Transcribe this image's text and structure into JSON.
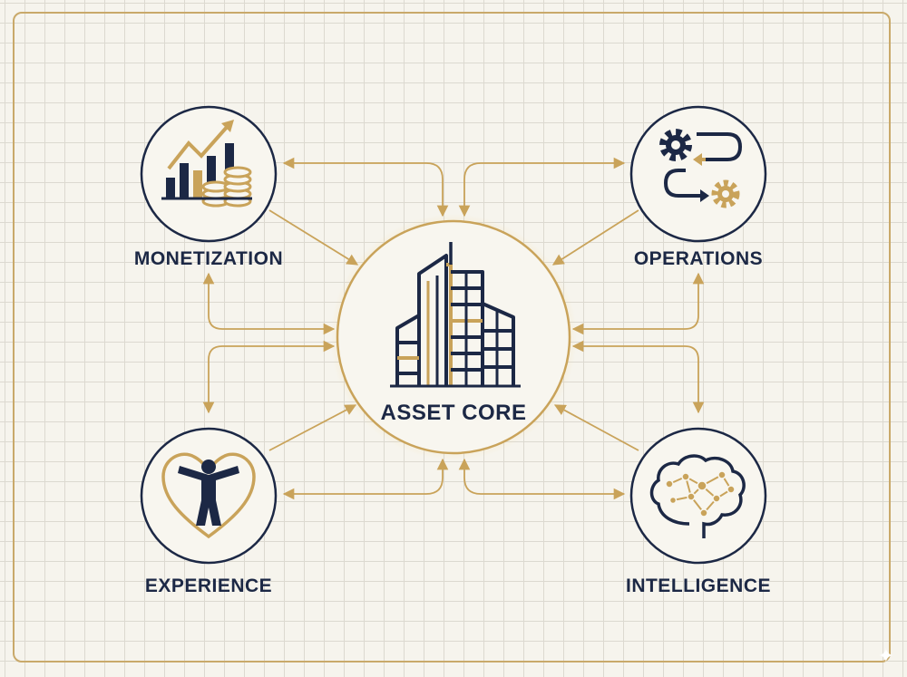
{
  "center": {
    "label": "ASSET CORE",
    "icon": "office-building-icon"
  },
  "nodes": [
    {
      "id": "monetization",
      "label": "MONETIZATION",
      "icon": "growth-chart-coins-icon"
    },
    {
      "id": "operations",
      "label": "OPERATIONS",
      "icon": "gears-process-icon"
    },
    {
      "id": "experience",
      "label": "EXPERIENCE",
      "icon": "person-heart-icon"
    },
    {
      "id": "intelligence",
      "label": "INTELLIGENCE",
      "icon": "brain-network-icon"
    }
  ],
  "colors": {
    "navy": "#1c2845",
    "gold": "#c9a35a",
    "background": "#f6f4ed"
  }
}
